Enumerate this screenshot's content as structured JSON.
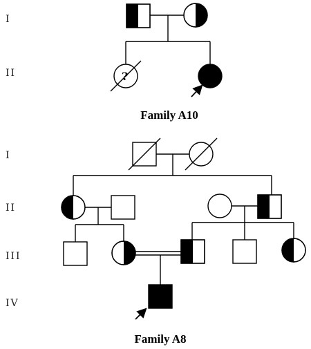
{
  "families": [
    {
      "title": "Family A10",
      "generations": [
        "I",
        "II"
      ],
      "unknown_marker": "?",
      "individuals": [
        {
          "id": "A10-I-1",
          "sex": "male",
          "status": "carrier"
        },
        {
          "id": "A10-I-2",
          "sex": "female",
          "status": "carrier"
        },
        {
          "id": "A10-II-1",
          "sex": "female",
          "status": "unknown-deceased"
        },
        {
          "id": "A10-II-2",
          "sex": "female",
          "status": "affected",
          "proband": true
        }
      ]
    },
    {
      "title": "Family A8",
      "generations": [
        "I",
        "II",
        "III",
        "IV"
      ],
      "individuals": [
        {
          "id": "A8-I-1",
          "sex": "male",
          "status": "deceased"
        },
        {
          "id": "A8-I-2",
          "sex": "female",
          "status": "deceased"
        },
        {
          "id": "A8-II-1",
          "sex": "female",
          "status": "carrier"
        },
        {
          "id": "A8-II-2",
          "sex": "male",
          "status": "unaffected"
        },
        {
          "id": "A8-II-3",
          "sex": "female",
          "status": "unaffected"
        },
        {
          "id": "A8-II-4",
          "sex": "male",
          "status": "carrier"
        },
        {
          "id": "A8-III-1",
          "sex": "male",
          "status": "unaffected"
        },
        {
          "id": "A8-III-2",
          "sex": "female",
          "status": "carrier"
        },
        {
          "id": "A8-III-3",
          "sex": "male",
          "status": "carrier"
        },
        {
          "id": "A8-III-4",
          "sex": "male",
          "status": "unaffected"
        },
        {
          "id": "A8-III-5",
          "sex": "female",
          "status": "carrier"
        },
        {
          "id": "A8-IV-1",
          "sex": "male",
          "status": "affected",
          "proband": true
        }
      ]
    }
  ],
  "colors": {
    "ink": "#000000",
    "background": "#ffffff"
  }
}
